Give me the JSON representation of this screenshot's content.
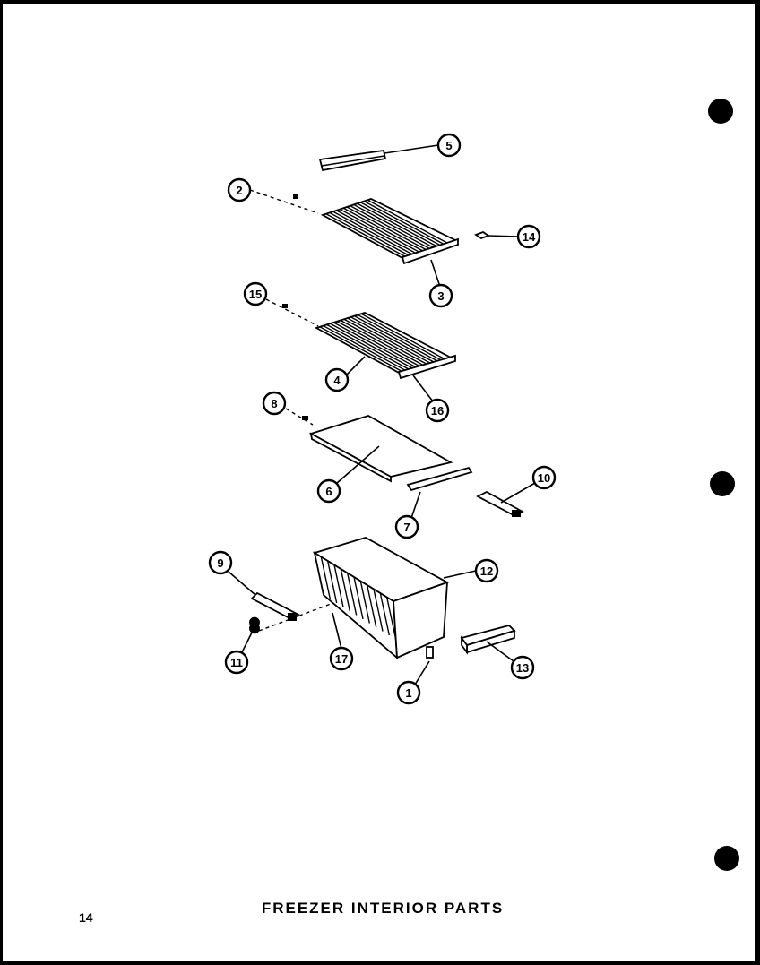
{
  "title": "FREEZER  INTERIOR  PARTS",
  "page_number": "14",
  "callouts": [
    "5",
    "2",
    "14",
    "3",
    "15",
    "4",
    "16",
    "8",
    "6",
    "10",
    "7",
    "9",
    "12",
    "11",
    "17",
    "1",
    "13"
  ]
}
